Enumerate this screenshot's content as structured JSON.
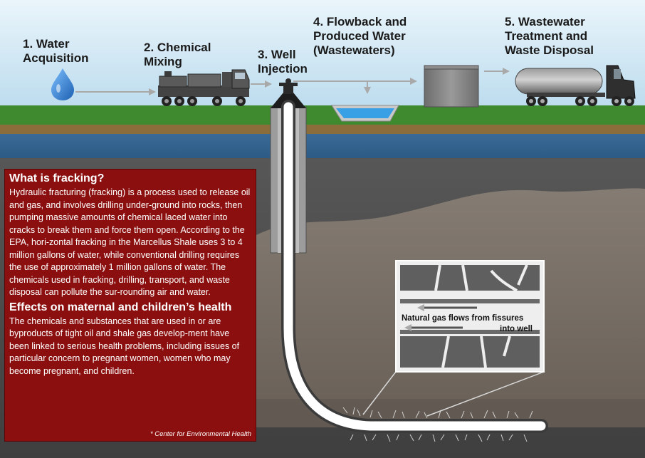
{
  "steps": [
    {
      "lines": [
        "1. Water",
        "Acquisition"
      ]
    },
    {
      "lines": [
        "2. Chemical",
        "Mixing"
      ]
    },
    {
      "lines": [
        "3. Well",
        "Injection"
      ]
    },
    {
      "lines": [
        "4. Flowback and",
        "Produced Water",
        "(Wastewaters)"
      ]
    },
    {
      "lines": [
        "5. Wastewater",
        "Treatment and",
        "Waste Disposal"
      ]
    }
  ],
  "info": {
    "heading1": "What is fracking?",
    "paragraph1": "Hydraulic fracturing (fracking) is a process used to release oil and gas, and involves drilling under-ground into rocks, then pumping massive amounts of chemical laced water into cracks to break them and force them open. According to the EPA, hori-zontal fracking in the Marcellus Shale uses 3 to 4 million gallons of water, while conventional drilling requires the use of approximately 1 million gallons of water. The chemicals used in fracking, drilling, transport, and waste disposal can pollute the sur-rounding air and water.",
    "heading2": "Effects on maternal and children’s health",
    "paragraph2": "The chemicals and substances that are used in or are byproducts of tight oil and shale gas develop-ment have been linked to serious health problems, including issues of particular concern to pregnant women, women who may become pregnant, and children.",
    "source": "* Center for Environmental Health"
  },
  "callout": {
    "line1": "Natural gas flows from fissures",
    "line2": "into well"
  },
  "colors": {
    "sky": "#cfe6f3",
    "grass": "#3f8a2e",
    "soil": "#8a6d3b",
    "aquifer": "#3d6e9c",
    "rock": "#4f4f4f",
    "shale": "#766c62",
    "info_box": "#8b0f0f",
    "water_drop": "#2e7ed6"
  },
  "icons": {
    "water": "water-drop-icon",
    "mixing": "mixing-truck-icon",
    "injection": "wellhead-icon",
    "flowback": "flowback-pit-icon",
    "storage": "storage-tank-icon",
    "disposal": "tanker-truck-icon"
  }
}
